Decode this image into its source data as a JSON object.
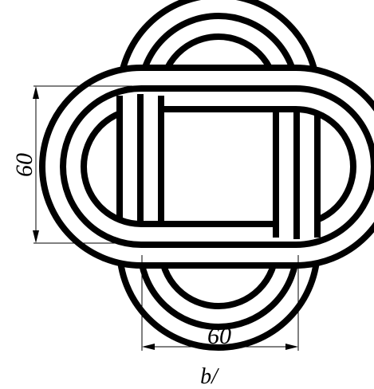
{
  "figure": {
    "caption": "b/",
    "knot": {
      "name": "solomon-knot",
      "stroke_color": "#000000",
      "fill_color": "#ffffff"
    },
    "dimensions": {
      "vertical": {
        "value": "60"
      },
      "horizontal": {
        "value": "60"
      }
    }
  }
}
